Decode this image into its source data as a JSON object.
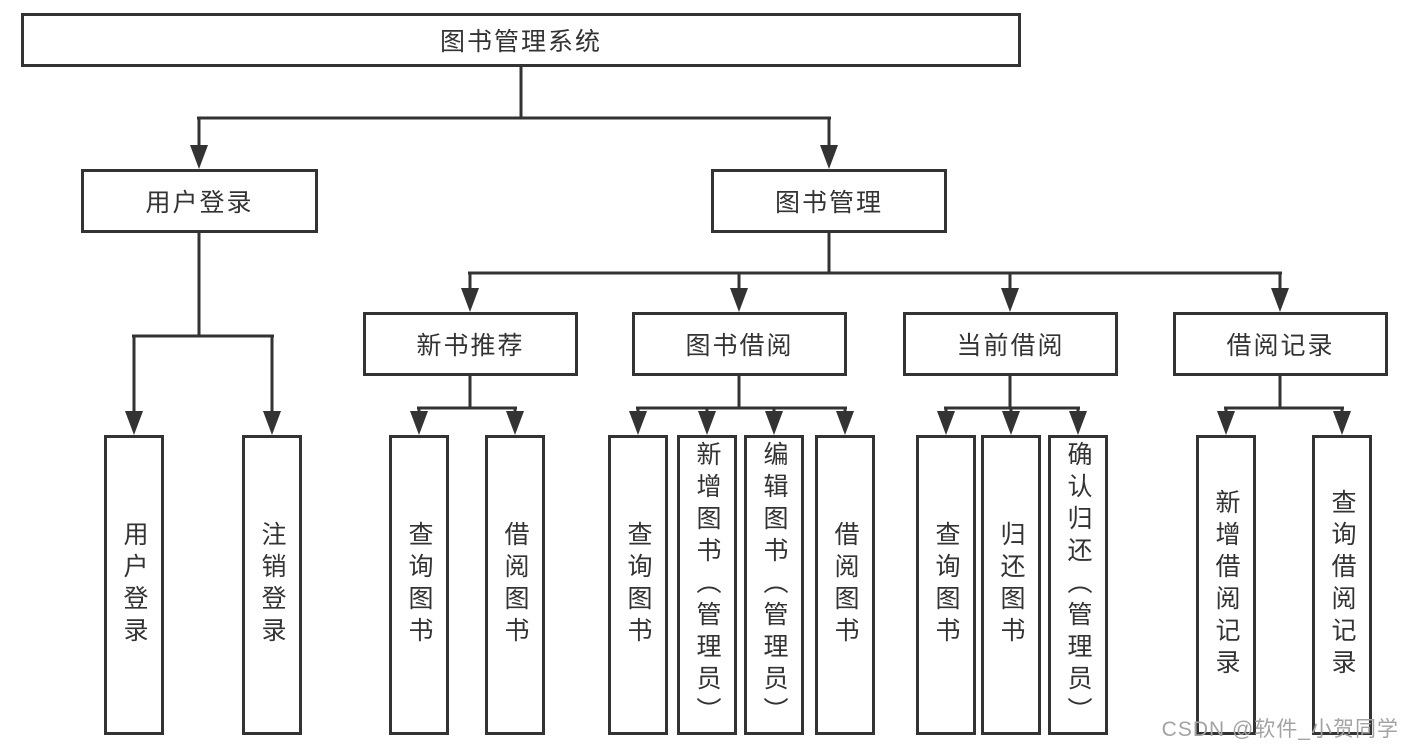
{
  "colors": {
    "line": "#333333",
    "text": "#333333",
    "watermark": "#a3a3a3",
    "background": "#ffffff"
  },
  "diagram": {
    "root": "图书管理系统",
    "children": [
      {
        "label": "用户登录",
        "children": [
          "用户登录",
          "注销登录"
        ]
      },
      {
        "label": "图书管理",
        "children": [
          {
            "label": "新书推荐",
            "children": [
              "查询图书",
              "借阅图书"
            ]
          },
          {
            "label": "图书借阅",
            "children": [
              "查询图书",
              "新增图书（管理员）",
              "编辑图书（管理员）",
              "借阅图书"
            ]
          },
          {
            "label": "当前借阅",
            "children": [
              "查询图书",
              "归还图书",
              "确认归还（管理员）"
            ]
          },
          {
            "label": "借阅记录",
            "children": [
              "新增借阅记录",
              "查询借阅记录"
            ]
          }
        ]
      }
    ]
  },
  "watermark": {
    "text": "CSDN @软件_小贺同学"
  }
}
